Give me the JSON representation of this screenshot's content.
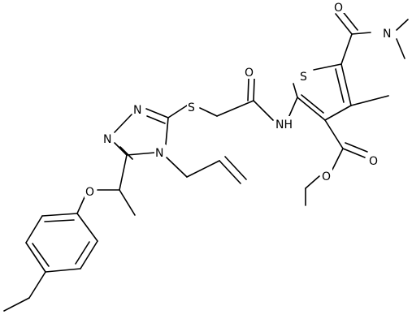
{
  "atoms": {
    "s_thiophene": "S",
    "o_amide_dimethyl": "O",
    "n_dimethyl": "N",
    "o_amide_acetyl": "O",
    "s_thioether": "S",
    "nh_amide": "NH",
    "n_triazole_top": "N",
    "n_triazole_left": "N",
    "n_triazole_allyl": "N",
    "o_ester_carbonyl": "O",
    "o_ester_methoxy": "O",
    "o_ether": "O"
  }
}
